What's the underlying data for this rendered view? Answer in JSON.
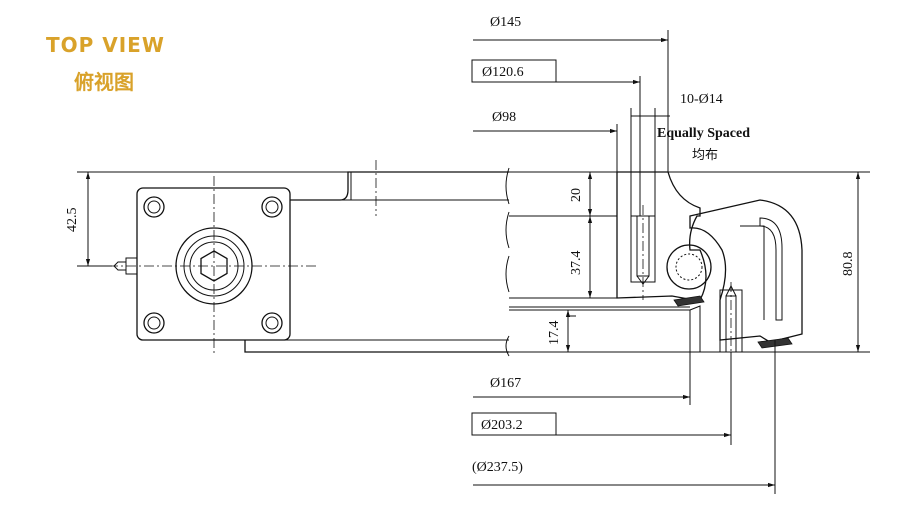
{
  "title": {
    "english": "TOP VIEW",
    "chinese": "俯视图"
  },
  "dimensions": {
    "d145": "Ø145",
    "d120_6": "Ø120.6",
    "bolts": "10-Ø14",
    "equally_spaced": "Equally Spaced",
    "equally_spaced_cn": "均布",
    "d98": "Ø98",
    "h20": "20",
    "h37_4": "37.4",
    "h17_4": "17.4",
    "h80_8": "80.8",
    "h42_5": "42.5",
    "d167": "Ø167",
    "d203_2": "Ø203.2",
    "d237_5": "(Ø237.5)"
  },
  "colors": {
    "title": "#d9a22a",
    "line": "#111111"
  }
}
